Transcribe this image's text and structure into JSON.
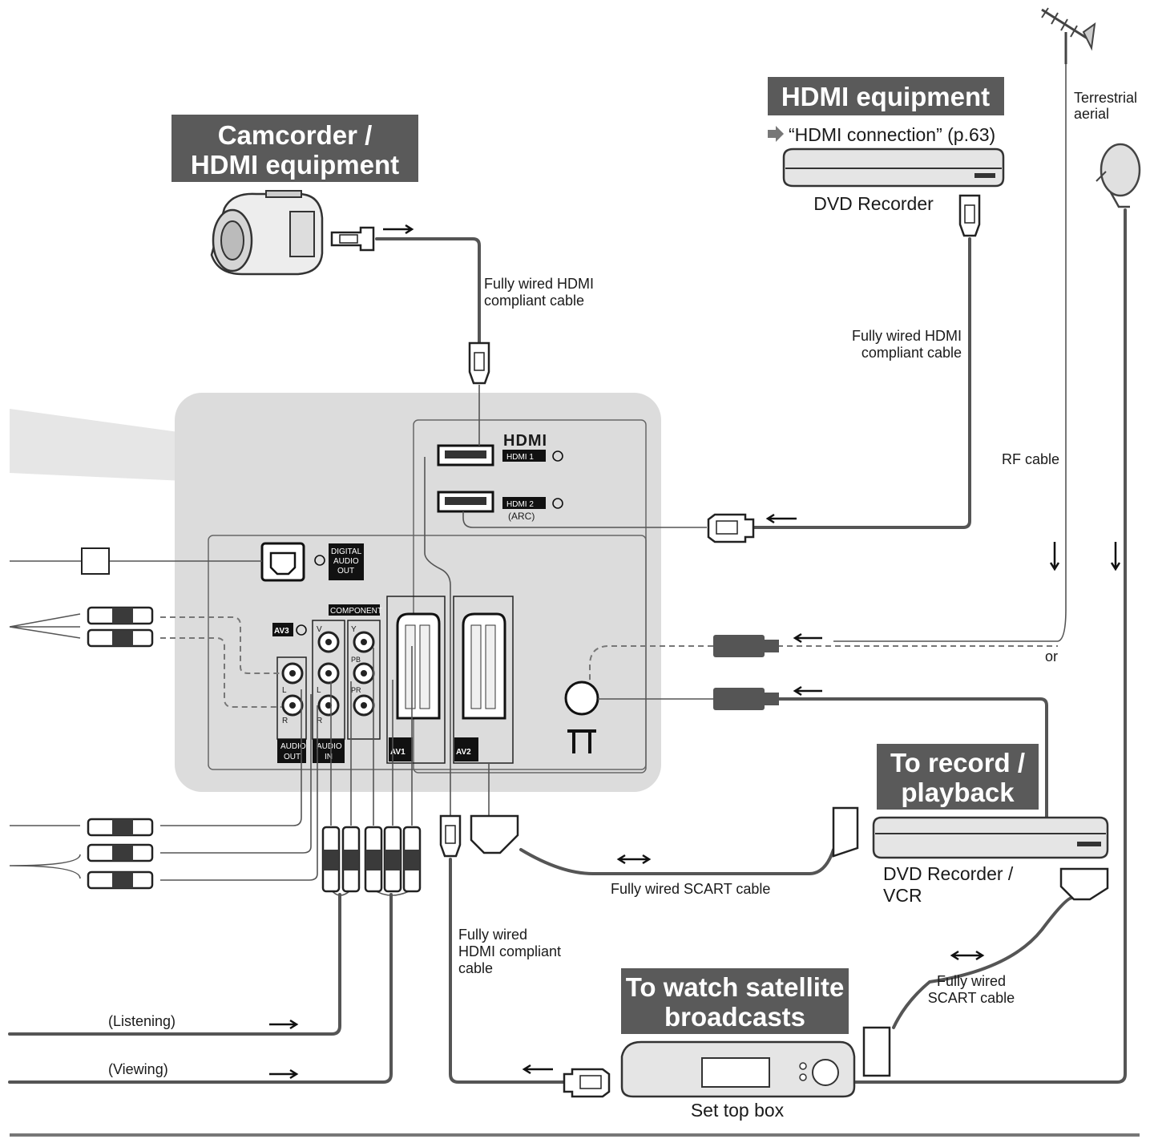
{
  "headings": {
    "camcorder_line1": "Camcorder /",
    "camcorder_line2": "HDMI equipment",
    "hdmi_equipment": "HDMI equipment",
    "record_line1": "To record /",
    "record_line2": "playback",
    "satellite_line1": "To watch satellite",
    "satellite_line2": "broadcasts"
  },
  "labels": {
    "hdmi_connection_ref": "“HDMI connection” (p.63)",
    "dvd_recorder": "DVD Recorder",
    "terrestrial_line1": "Terrestrial",
    "terrestrial_line2": "aerial",
    "hdmi_cable_top_line1": "Fully wired HDMI",
    "hdmi_cable_top_line2": "compliant cable",
    "hdmi_cable_right_line1": "Fully wired HDMI",
    "hdmi_cable_right_line2": "compliant cable",
    "rf_cable": "RF cable",
    "or": "or",
    "dvd_vcr_line1": "DVD Recorder /",
    "dvd_vcr_line2": "VCR",
    "scart_cable": "Fully wired SCART cable",
    "scart_cable2_line1": "Fully wired",
    "scart_cable2_line2": "SCART cable",
    "hdmi_cable_bottom_line1": "Fully wired",
    "hdmi_cable_bottom_line2": "HDMI compliant",
    "hdmi_cable_bottom_line3": "cable",
    "set_top_box": "Set top box",
    "listening": "(Listening)",
    "viewing": "(Viewing)"
  },
  "panel": {
    "hdmi_logo": "HDMI",
    "hdmi1": "HDMI 1",
    "hdmi2": "HDMI 2",
    "arc": "(ARC)",
    "digital_line1": "DIGITAL",
    "digital_line2": "AUDIO",
    "digital_line3": "OUT",
    "component": "COMPONENT",
    "av3": "AV3",
    "audio_out_line1": "AUDIO",
    "audio_out_line2": "OUT",
    "audio_in_line1": "AUDIO",
    "audio_in_line2": "IN",
    "av1": "AV1",
    "av2": "AV2",
    "jack_v": "V",
    "jack_l": "L",
    "jack_r": "R",
    "jack_y": "Y",
    "jack_pb": "PB",
    "jack_pr": "PR"
  },
  "colors": {
    "heading_bg": "#5a5a5a",
    "panel_bg": "#dcdcdc",
    "cable": "#555555"
  }
}
